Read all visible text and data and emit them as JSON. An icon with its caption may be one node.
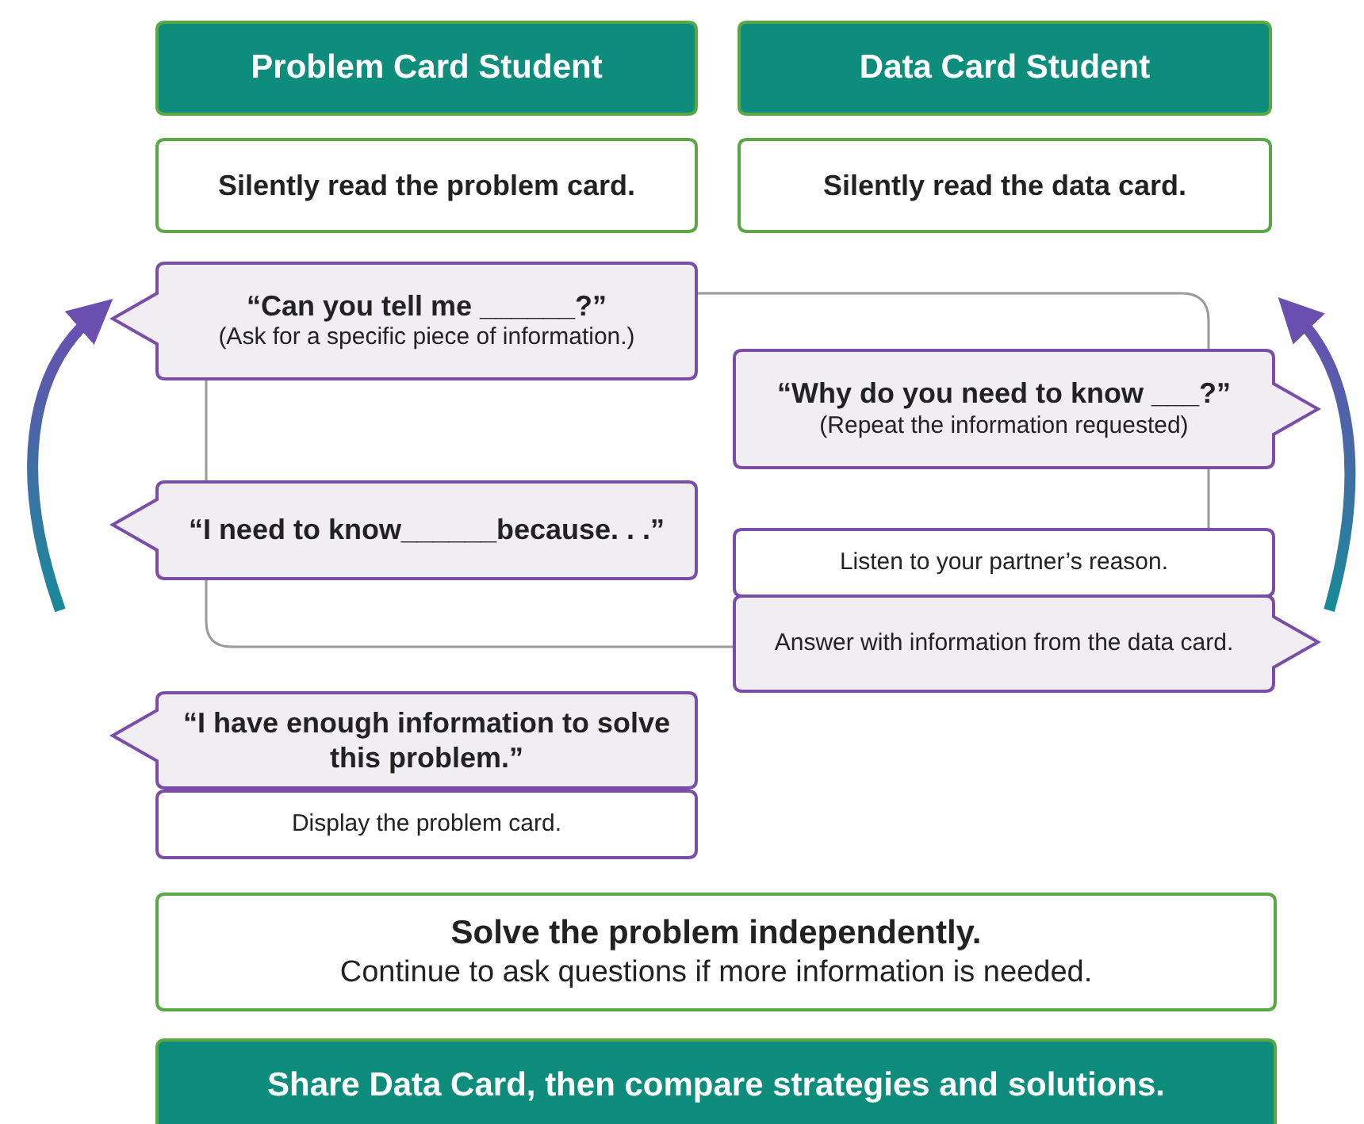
{
  "diagram": {
    "nodes": [
      {
        "text": [
          "Problem Card Student"
        ]
      },
      {
        "text": [
          "Data Card Student"
        ]
      },
      {
        "text": [
          "Silently read the problem card."
        ]
      },
      {
        "text": [
          "Silently read the data card."
        ]
      },
      {
        "text": [
          "“Can you tell me ______?”",
          "(Ask for a specific piece of information.)"
        ]
      },
      {
        "text": [
          "“Why do you need to know ___?”",
          "(Repeat the information requested)"
        ]
      },
      {
        "text": [
          "“I need to know______because. . .”"
        ]
      },
      {
        "text": [
          "Listen to your partner’s reason."
        ]
      },
      {
        "text": [
          "Answer with information from the data card."
        ]
      },
      {
        "text": [
          "“I have enough information to solve this problem.”"
        ]
      },
      {
        "text": [
          "Display the problem card."
        ]
      },
      {
        "text": [
          "Solve the problem independently.",
          "Continue to ask questions if more information is needed."
        ]
      },
      {
        "text": [
          "Share Data Card, then compare strategies and solutions."
        ]
      }
    ],
    "edges": [
      {
        "from": 4,
        "to": 5,
        "arrow": "none"
      },
      {
        "from": 5,
        "to": 7,
        "arrow": "none"
      },
      {
        "from": 4,
        "to": 6,
        "arrow": "none"
      },
      {
        "from": 6,
        "to": 8,
        "arrow": "none"
      }
    ]
  }
}
